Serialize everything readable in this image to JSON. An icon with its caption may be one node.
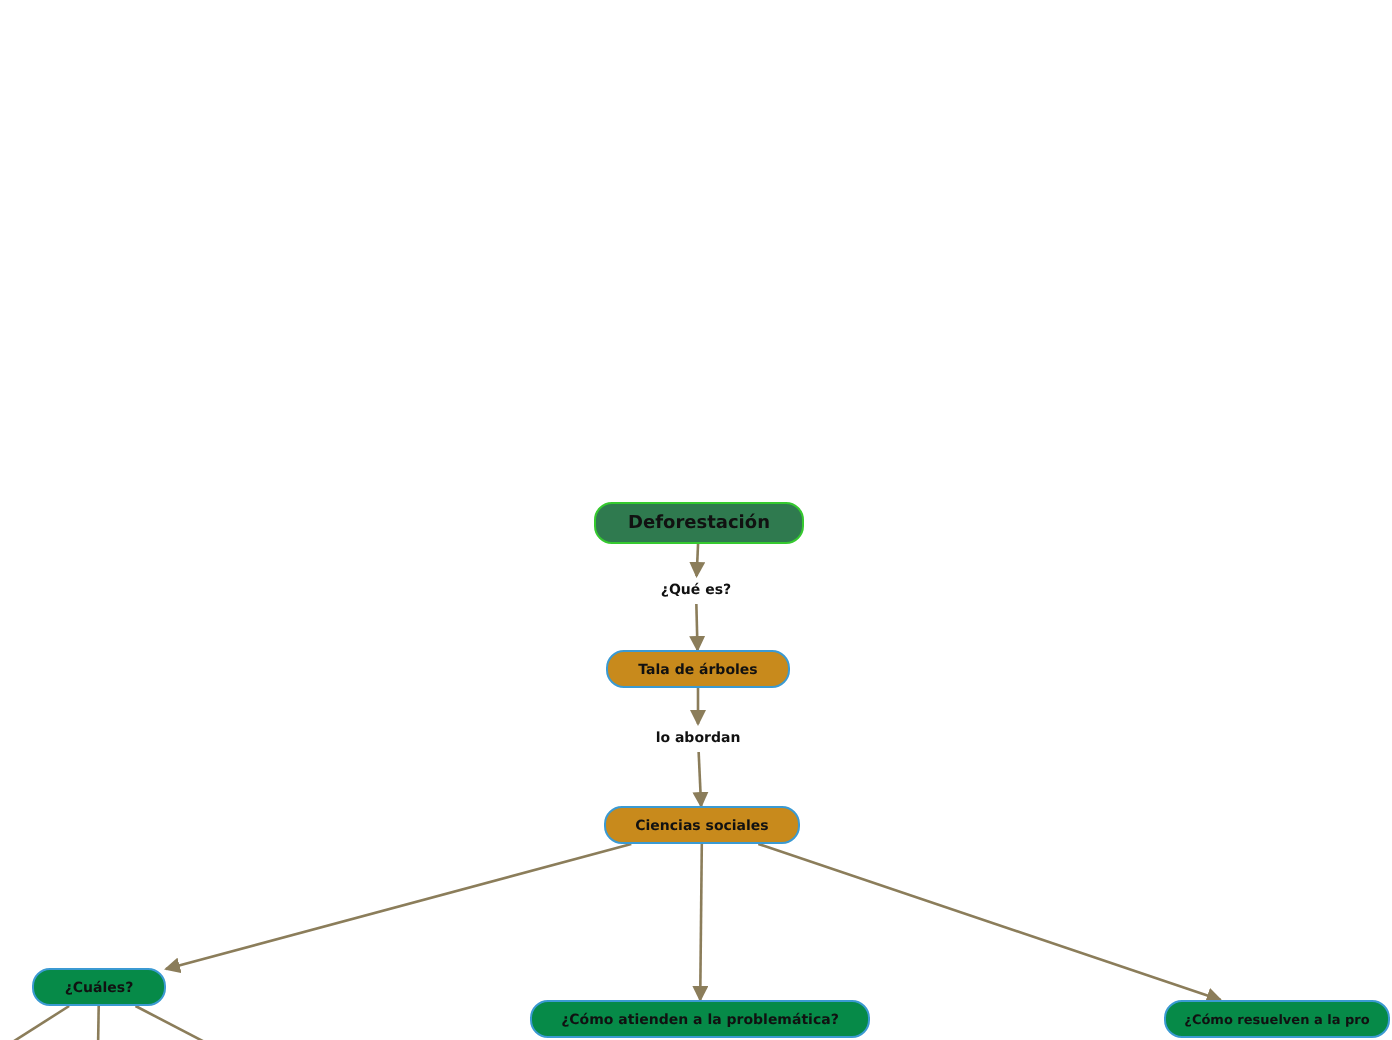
{
  "diagram": {
    "nodes": [
      {
        "text": [
          "Deforestación"
        ]
      },
      {
        "text": [
          "¿Qué es?"
        ]
      },
      {
        "text": [
          "Tala de árboles"
        ]
      },
      {
        "text": [
          "lo abordan"
        ]
      },
      {
        "text": [
          "Ciencias sociales"
        ]
      },
      {
        "text": [
          "¿Cuáles?"
        ]
      },
      {
        "text": [
          "¿Cómo atienden a la problemática?"
        ]
      },
      {
        "text": [
          "¿Cómo resuelven a la pro"
        ]
      }
    ],
    "edges": [
      {
        "from": 0,
        "to": 1,
        "arrow": "to"
      },
      {
        "from": 1,
        "to": 2,
        "arrow": "to"
      },
      {
        "from": 2,
        "to": 3,
        "arrow": "to"
      },
      {
        "from": 3,
        "to": 4,
        "arrow": "to"
      },
      {
        "from": 4,
        "to": 5,
        "arrow": "to"
      },
      {
        "from": 4,
        "to": 6,
        "arrow": "to"
      },
      {
        "from": 4,
        "to": 7,
        "arrow": "to"
      },
      {
        "from": 5,
        "to": null,
        "arrow": "none"
      },
      {
        "from": 5,
        "to": null,
        "arrow": "none"
      },
      {
        "from": 5,
        "to": null,
        "arrow": "none"
      }
    ]
  }
}
